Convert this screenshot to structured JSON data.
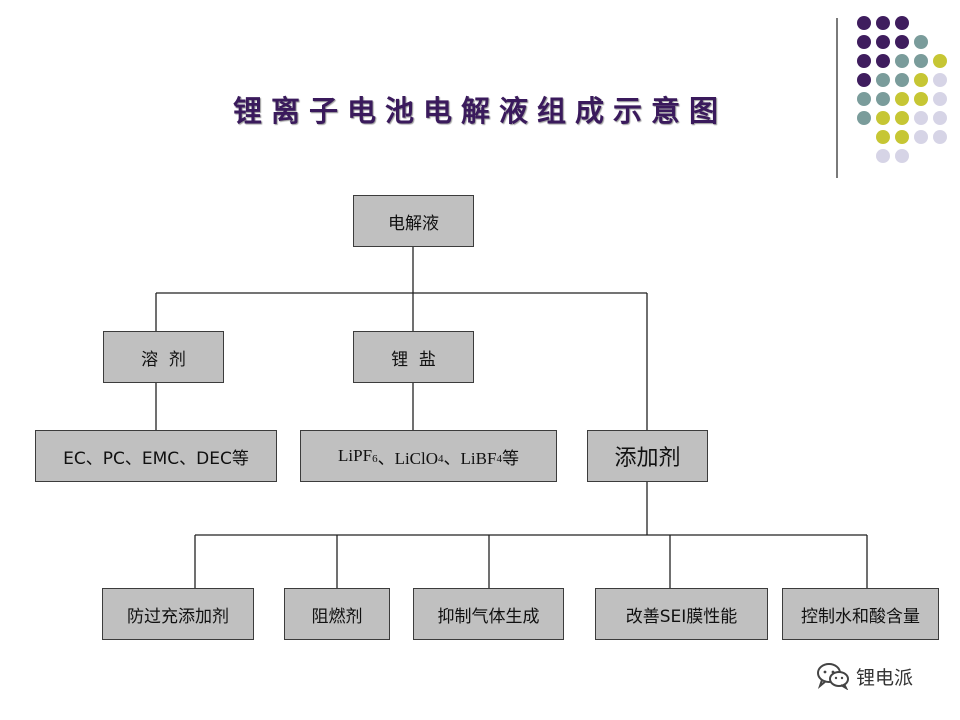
{
  "title": "锂离子电池电解液组成示意图",
  "nodes": {
    "root": "电解液",
    "solvent": "溶  剂",
    "lithium_salt": "锂  盐",
    "additive": "添加剂",
    "solvent_examples": "EC、PC、EMC、DEC等",
    "salt_examples": {
      "a": "LiPF",
      "a_sub": "6",
      "b": "、LiClO",
      "b_sub": "4",
      "c": "、LiBF",
      "c_sub": "4",
      "d": "等"
    },
    "additive_children": [
      "防过充添加剂",
      "阻燃剂",
      "抑制气体生成",
      "改善SEI膜性能",
      "控制水和酸含量"
    ]
  },
  "watermark": {
    "text": "锂电派",
    "icon": "wechat-logo-icon"
  },
  "decoration": {
    "colors": {
      "purple": "#3f1d5e",
      "teal": "#7a9c9b",
      "yellow": "#c6c634",
      "lavender": "#d6d4e6"
    },
    "dot_rows": [
      [
        "purple",
        "purple",
        "purple"
      ],
      [
        "purple",
        "purple",
        "purple",
        "teal"
      ],
      [
        "purple",
        "purple",
        "teal",
        "teal",
        "yellow"
      ],
      [
        "purple",
        "teal",
        "teal",
        "yellow",
        "lavender"
      ],
      [
        "teal",
        "teal",
        "yellow",
        "yellow",
        "lavender"
      ],
      [
        "teal",
        "yellow",
        "yellow",
        "lavender",
        "lavender"
      ],
      [
        "yellow",
        "yellow",
        "lavender",
        "lavender"
      ],
      [
        "lavender",
        "lavender"
      ]
    ],
    "line_color": "#7a7a7a"
  }
}
